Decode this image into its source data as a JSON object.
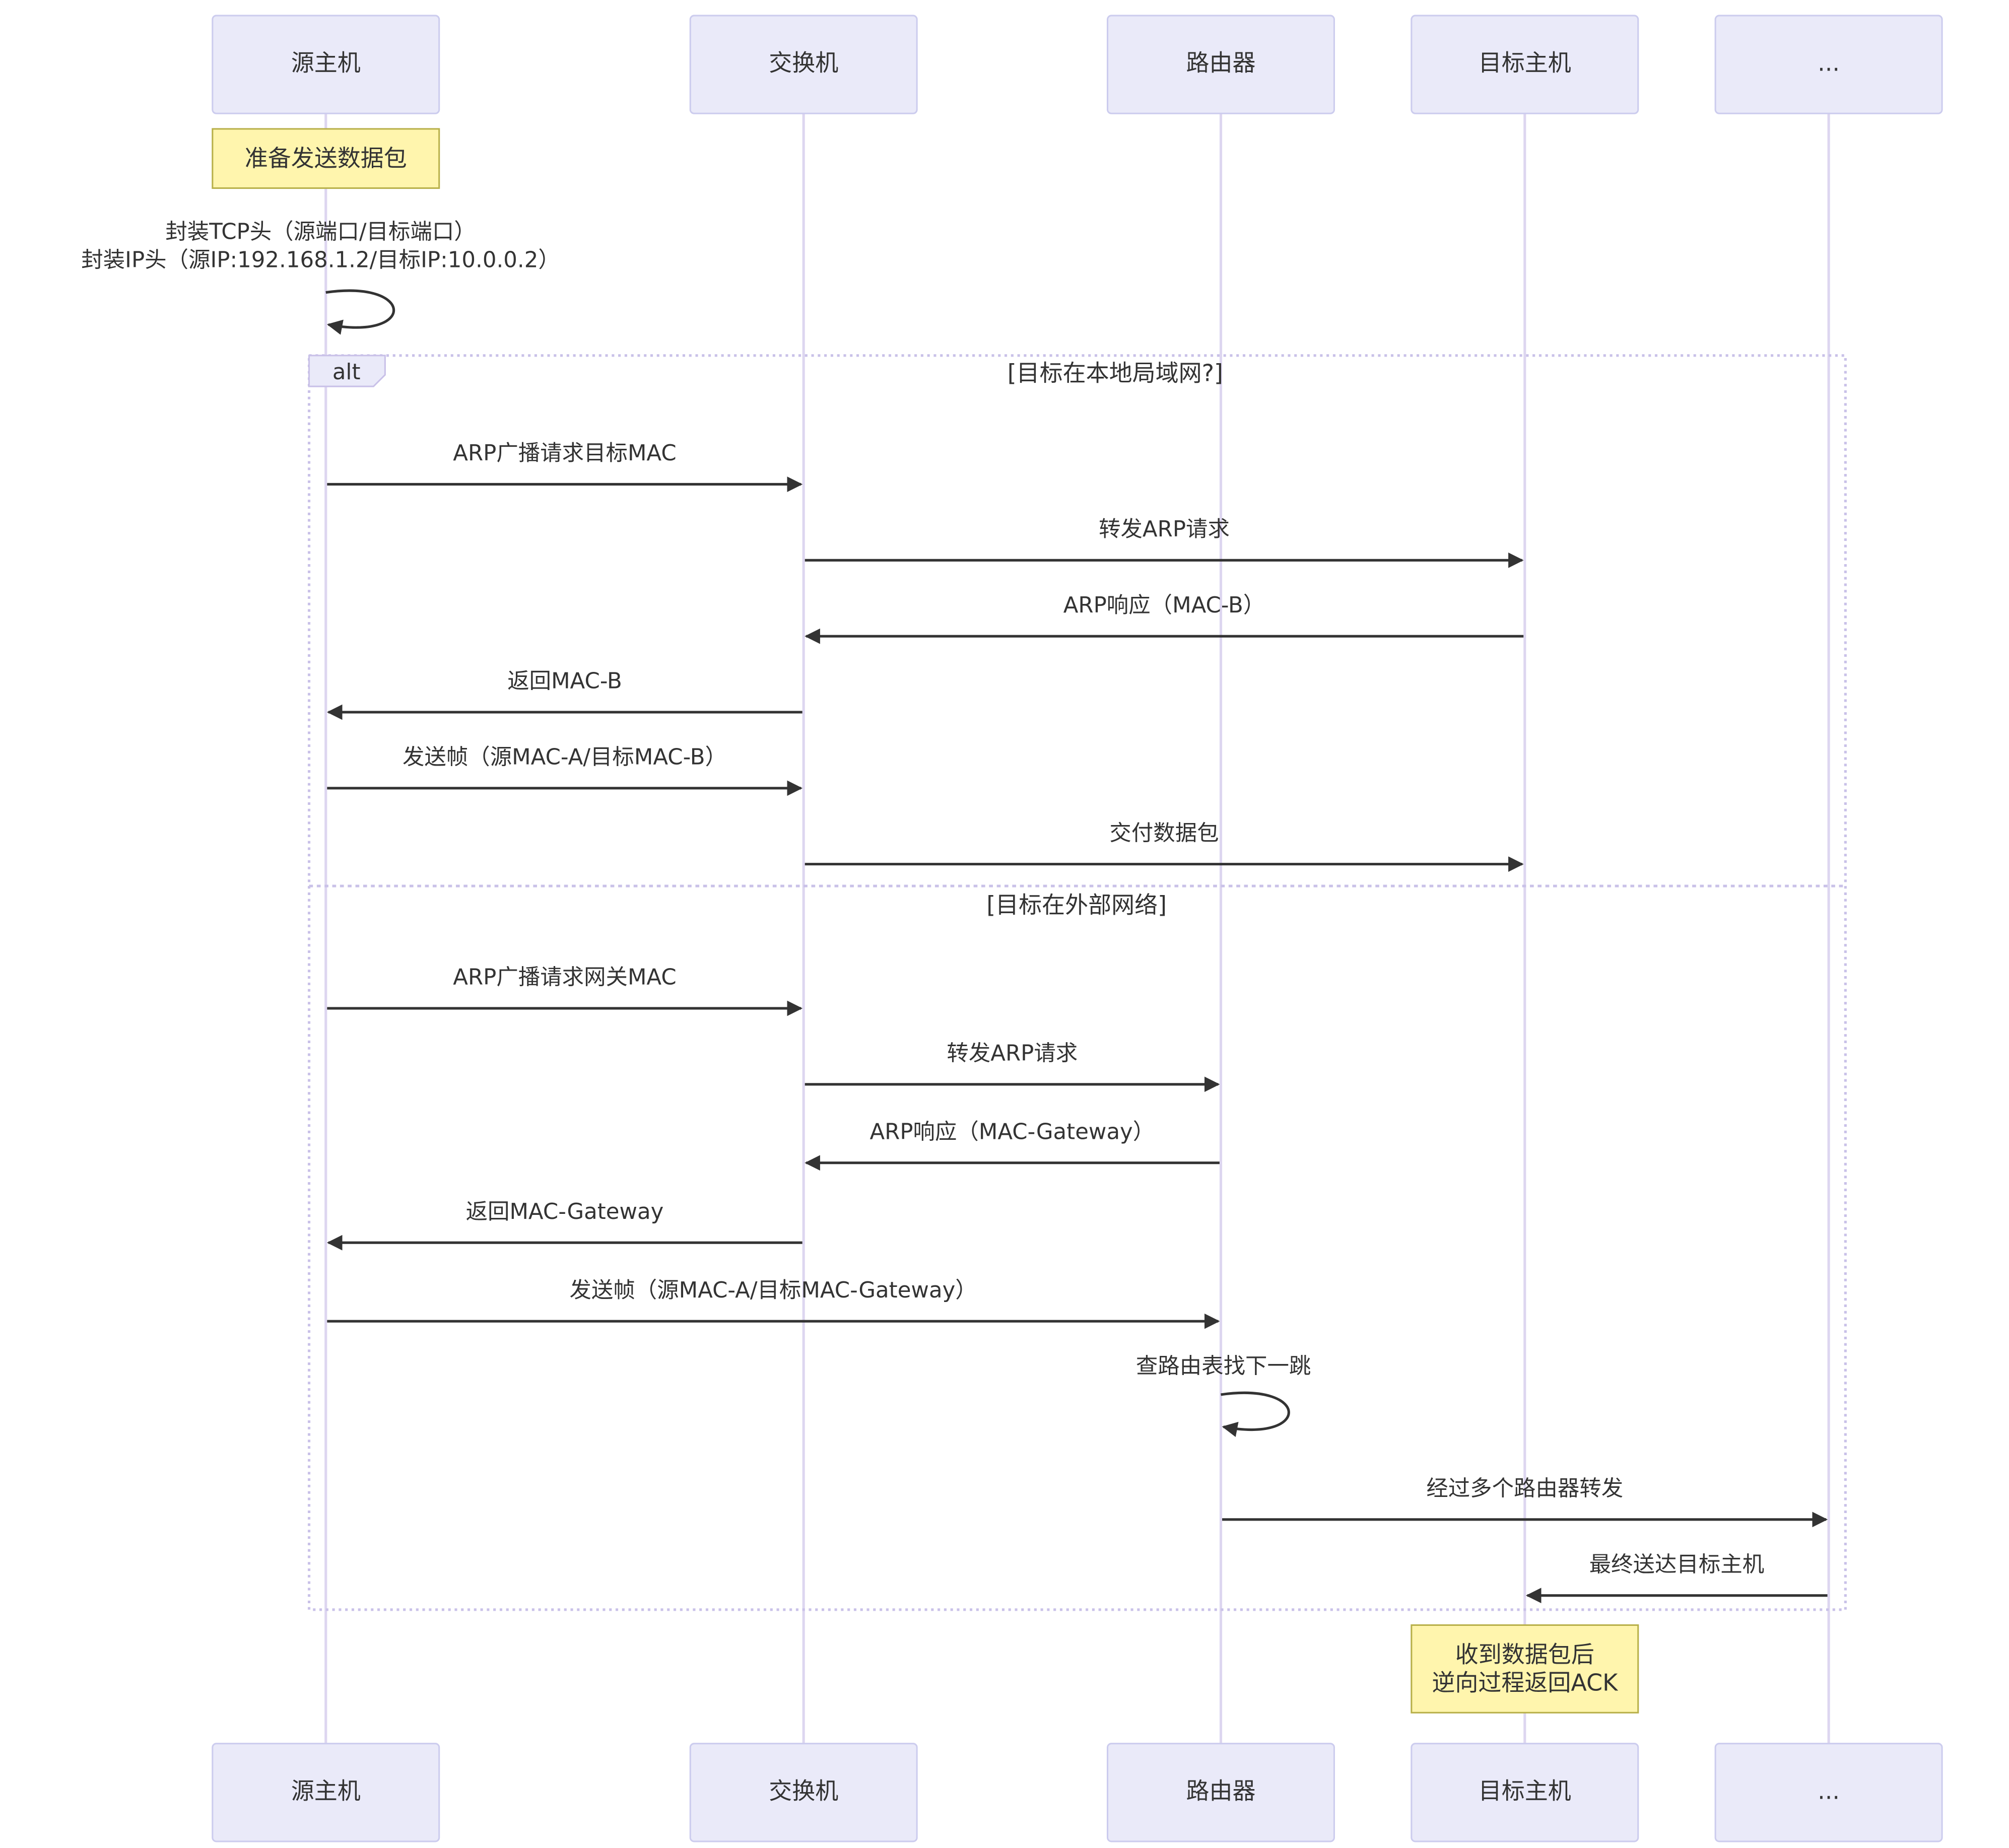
{
  "participants": [
    {
      "id": "src",
      "label": "源主机"
    },
    {
      "id": "sw",
      "label": "交换机"
    },
    {
      "id": "rt",
      "label": "路由器"
    },
    {
      "id": "dst",
      "label": "目标主机"
    },
    {
      "id": "more",
      "label": "..."
    }
  ],
  "notes": [
    {
      "id": "note-prepare",
      "lines": [
        "准备发送数据包"
      ]
    },
    {
      "id": "note-ack",
      "lines": [
        "收到数据包后",
        "逆向过程返回ACK"
      ]
    }
  ],
  "alt_block": {
    "label": "alt",
    "conditions": [
      "[目标在本地局域网?]",
      "[目标在外部网络]"
    ]
  },
  "messages": [
    {
      "from": "src",
      "to": "src",
      "self": true,
      "lines": [
        "封装TCP头（源端口/目标端口）",
        "封装IP头（源IP:192.168.1.2/目标IP:10.0.0.2）"
      ]
    },
    {
      "from": "src",
      "to": "sw",
      "lines": [
        "ARP广播请求目标MAC"
      ]
    },
    {
      "from": "sw",
      "to": "dst",
      "lines": [
        "转发ARP请求"
      ]
    },
    {
      "from": "dst",
      "to": "sw",
      "lines": [
        "ARP响应（MAC-B）"
      ]
    },
    {
      "from": "sw",
      "to": "src",
      "lines": [
        "返回MAC-B"
      ]
    },
    {
      "from": "src",
      "to": "sw",
      "lines": [
        "发送帧（源MAC-A/目标MAC-B）"
      ]
    },
    {
      "from": "sw",
      "to": "dst",
      "lines": [
        "交付数据包"
      ]
    },
    {
      "from": "src",
      "to": "sw",
      "lines": [
        "ARP广播请求网关MAC"
      ]
    },
    {
      "from": "sw",
      "to": "rt",
      "lines": [
        "转发ARP请求"
      ]
    },
    {
      "from": "rt",
      "to": "sw",
      "lines": [
        "ARP响应（MAC-Gateway）"
      ]
    },
    {
      "from": "sw",
      "to": "src",
      "lines": [
        "返回MAC-Gateway"
      ]
    },
    {
      "from": "src",
      "to": "rt",
      "lines": [
        "发送帧（源MAC-A/目标MAC-Gateway）"
      ]
    },
    {
      "from": "rt",
      "to": "rt",
      "self": true,
      "lines": [
        "查路由表找下一跳"
      ]
    },
    {
      "from": "rt",
      "to": "more",
      "lines": [
        "经过多个路由器转发"
      ]
    },
    {
      "from": "more",
      "to": "dst",
      "lines": [
        "最终送达目标主机"
      ]
    }
  ],
  "colors": {
    "actor_fill": "#eaeaf9",
    "actor_stroke": "#ccccee",
    "lifeline": "#ddd6f0",
    "note_fill": "#fff5ad",
    "note_stroke": "#b8b04a",
    "arrow": "#333333",
    "text": "#333333",
    "alt_border": "#c9c1e8"
  }
}
